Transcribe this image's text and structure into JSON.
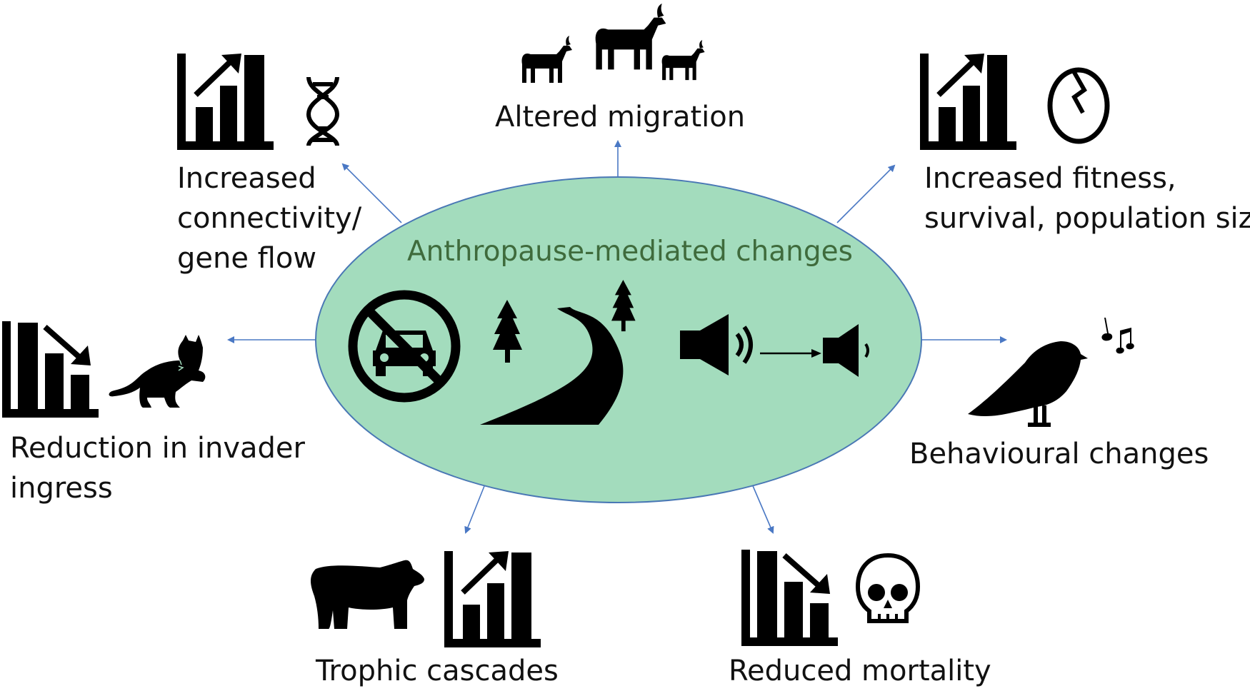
{
  "diagram": {
    "center_title": "Anthropause-mediated changes",
    "outcomes": {
      "altered_migration": "Altered migration",
      "connectivity": [
        "Increased",
        "connectivity/",
        "gene flow"
      ],
      "fitness": [
        "Increased fitness,",
        "survival, population size"
      ],
      "invader": [
        "Reduction in invader",
        "ingress"
      ],
      "behaviour": "Behavioural changes",
      "trophic": "Trophic cascades",
      "mortality": "Reduced mortality"
    },
    "icons": {
      "center": [
        "no-car-icon",
        "pine-tree-icon",
        "road-icon",
        "speaker-loud-icon",
        "speaker-quiet-icon"
      ],
      "outcomes": [
        "bar-chart-up-icon",
        "bar-chart-down-icon",
        "dna-icon",
        "cracked-egg-icon",
        "deer-icon",
        "cat-icon",
        "bird-icon",
        "music-notes-icon",
        "bear-icon",
        "skull-icon"
      ]
    },
    "colors": {
      "ellipse_fill": "#a3dcbd",
      "ellipse_stroke": "#4a78b5",
      "arrow": "#4a78c4",
      "title": "#3f6b3c",
      "icon": "#000000"
    }
  }
}
